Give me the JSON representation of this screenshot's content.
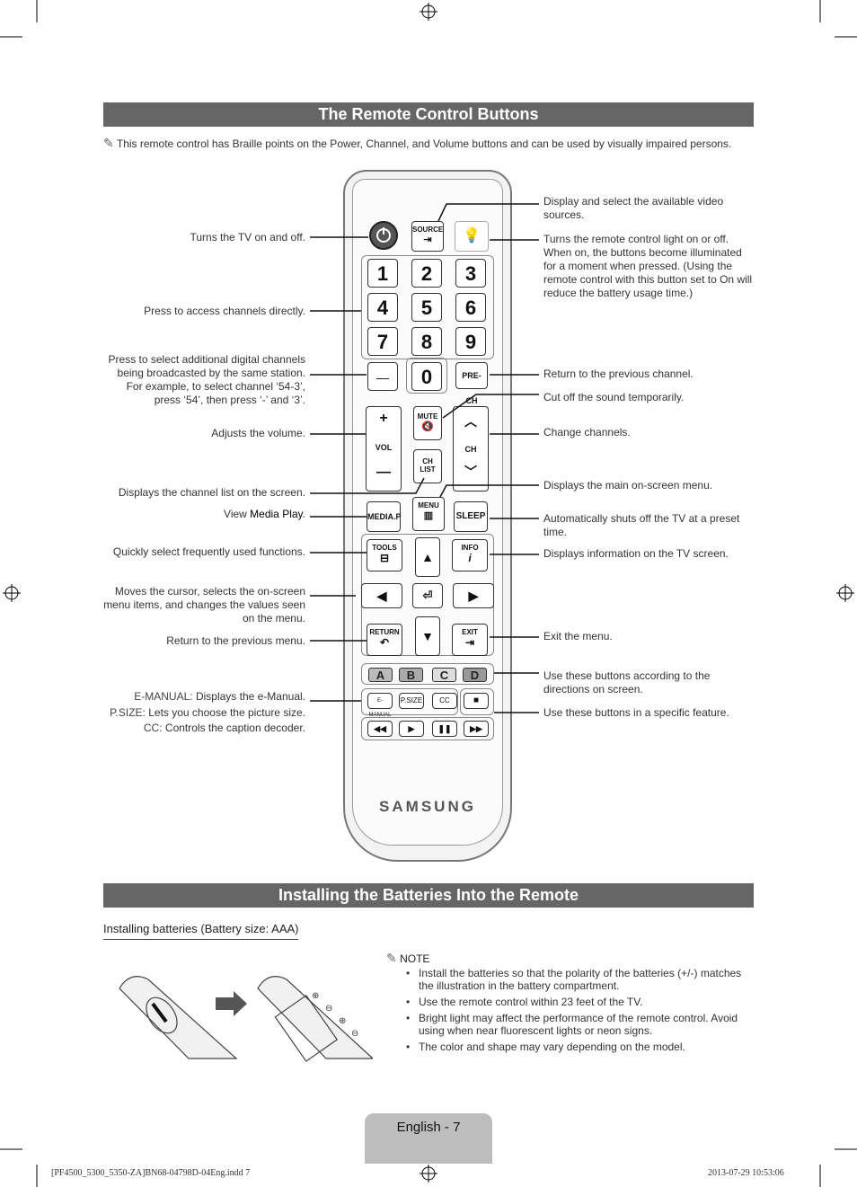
{
  "section1": {
    "title": "The Remote Control Buttons"
  },
  "braille_note": "This remote control has Braille points on the Power, Channel, and Volume buttons and can be used by visually impaired persons.",
  "left_labels": {
    "power": "Turns the TV on and off.",
    "numbers": "Press to access channels directly.",
    "dash": "Press to select additional digital channels being broadcasted by the same station. For example, to select channel ‘54-3’, press ‘54’, then press ‘-’ and ‘3’.",
    "volume": "Adjusts the volume.",
    "chlist": "Displays the channel list on the screen.",
    "mediap_prefix": "View ",
    "mediap_bold": "Media Play",
    "mediap_suffix": ".",
    "tools": "Quickly select frequently used functions.",
    "cursor": "Moves the cursor, selects the on-screen menu items, and changes the values seen on the menu.",
    "return": "Return to the previous menu.",
    "emanual_key": "E-MANUAL:",
    "emanual_text": " Displays the e-Manual.",
    "psize_key": "P.SIZE:",
    "psize_text": " Lets you choose the picture size.",
    "cc_key": "CC:",
    "cc_text": " Controls the caption decoder."
  },
  "right_labels": {
    "source": "Display and select the available video sources.",
    "light": "Turns the remote control light on or off. When on, the buttons become illuminated for a moment when pressed. (Using the remote control with this button set to On will reduce the battery usage time.)",
    "prech": "Return to the previous channel.",
    "mute": "Cut off the sound temporarily.",
    "channel": "Change channels.",
    "menu": "Displays the main on-screen menu.",
    "sleep": "Automatically shuts off the TV at a preset time.",
    "info": "Displays information on the TV screen.",
    "exit": "Exit the menu.",
    "abcd": "Use these buttons according to the directions on screen.",
    "feature": "Use these buttons in a specific feature."
  },
  "remote": {
    "source": "SOURCE",
    "digits": [
      "1",
      "2",
      "3",
      "4",
      "5",
      "6",
      "7",
      "8",
      "9"
    ],
    "dash": "—",
    "zero": "0",
    "prech": "PRE-CH",
    "mute": "MUTE",
    "vol": "VOL",
    "ch": "CH",
    "chlist": "CH LIST",
    "menu": "MENU",
    "mediap": "MEDIA.P",
    "sleep": "SLEEP",
    "tools": "TOOLS",
    "info": "INFO",
    "return": "RETURN",
    "exit": "EXIT",
    "colors": [
      {
        "label": "A",
        "color": "#bbbbbb"
      },
      {
        "label": "B",
        "color": "#aaaaaa"
      },
      {
        "label": "C",
        "color": "#dddddd"
      },
      {
        "label": "D",
        "color": "#999999"
      }
    ],
    "emanual": "E-MANUAL",
    "psize": "P.SIZE",
    "cc": "CC",
    "brand": "SAMSUNG"
  },
  "section2": {
    "title": "Installing the Batteries Into the Remote"
  },
  "battery_caption": "Installing batteries (Battery size: AAA)",
  "note_title": "NOTE",
  "notes": [
    "Install the batteries so that the polarity of the batteries (+/-) matches the illustration in the battery compartment.",
    "Use the remote control within 23 feet of the TV.",
    "Bright light may affect the performance of the remote control. Avoid using when near fluorescent lights or neon signs.",
    "The color and shape may vary depending on the model."
  ],
  "page_label": "English - 7",
  "footer": {
    "file": "[PF4500_5300_5350-ZA]BN68-04798D-04Eng.indd   7",
    "date": "2013-07-29   10:53:06"
  }
}
